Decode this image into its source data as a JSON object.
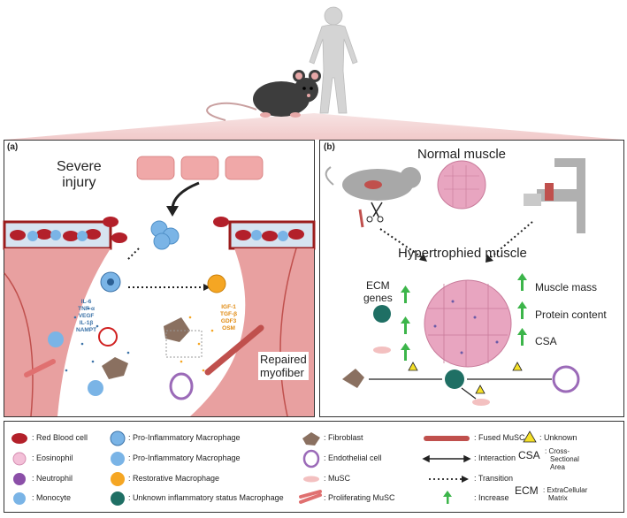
{
  "panel_a": {
    "label": "(a)",
    "severe_injury": [
      "Severe",
      "injury"
    ],
    "repaired_myofiber": [
      "Repaired",
      "myofiber"
    ],
    "pro_inflammatory_factors": [
      "IL-6",
      "TNF-α",
      "VEGF",
      "IL-1β",
      "NAMPT"
    ],
    "restorative_factors": [
      "IGF-1",
      "TGF-β",
      "GDF3",
      "OSM"
    ]
  },
  "panel_b": {
    "label": "(b)",
    "normal_muscle": "Normal muscle",
    "hypertrophied_muscle": "Hypertrophied muscle",
    "ecm_genes": [
      "ECM",
      "genes"
    ],
    "increases": [
      "Muscle mass",
      "Protein content",
      "CSA"
    ]
  },
  "legend": {
    "col1": [
      {
        "icon": "red-blood-cell-icon",
        "label": ": Red Blood cell"
      },
      {
        "icon": "eosinophil-icon",
        "label": ": Eosinophil"
      },
      {
        "icon": "neutrophil-icon",
        "label": ": Neutrophil"
      },
      {
        "icon": "monocyte-icon",
        "label": ": Monocyte"
      }
    ],
    "col2": [
      {
        "icon": "pro-inflammatory-macrophage-icon",
        "label": ": Pro-Inflammatory Macrophage"
      },
      {
        "icon": "pro-inflammatory-macrophage-2-icon",
        "label": ": Pro-Inflammatory Macrophage"
      },
      {
        "icon": "restorative-macrophage-icon",
        "label": ": Restorative Macrophage"
      },
      {
        "icon": "unknown-macrophage-icon",
        "label": ": Unknown inflammatory status Macrophage"
      }
    ],
    "col3": [
      {
        "icon": "fibroblast-icon",
        "label": ": Fibroblast"
      },
      {
        "icon": "endothelial-cell-icon",
        "label": ": Endothelial cell"
      },
      {
        "icon": "musc-icon",
        "label": ": MuSC"
      },
      {
        "icon": "proliferating-musc-icon",
        "label": ": Proliferating MuSC"
      }
    ],
    "col4": [
      {
        "icon": "fused-musc-icon",
        "label": ": Fused MuSC"
      },
      {
        "icon": "interaction-arrow-icon",
        "label": ": Interaction"
      },
      {
        "icon": "transition-arrow-icon",
        "label": ": Transition"
      },
      {
        "icon": "increase-arrow-icon",
        "label": ": Increase"
      }
    ],
    "col5": {
      "unknown": ": Unknown",
      "csa_abbr": "CSA",
      "csa_def": [
        ": Cross-",
        "Sectional",
        "Area"
      ],
      "ecm_abbr": "ECM",
      "ecm_def": [
        ": ExtraCellular",
        "Matrix"
      ]
    }
  },
  "colors": {
    "muscle": "#e8a0a0",
    "muscle_dark": "#c0504d",
    "rbc": "#b3202a",
    "macrophage_blue": "#7ab4e6",
    "restorative": "#f5a623",
    "unknown_teal": "#1f6f64",
    "fibroblast": "#8a7060",
    "green_arrow": "#3cb54a",
    "histology": "#e8a5c0"
  }
}
